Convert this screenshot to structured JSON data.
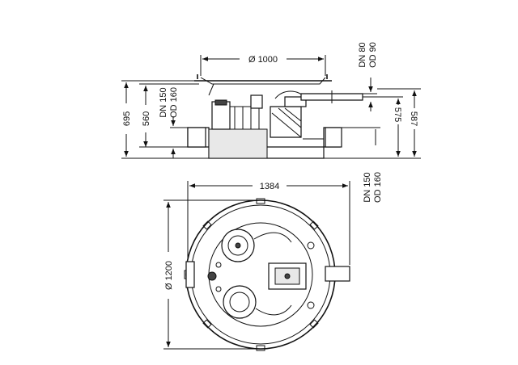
{
  "labels": {
    "top_width": "Ø 1000",
    "outer_height": "695",
    "inner_height_left": "560",
    "inlet_left_dn": "DN 150",
    "inlet_left_od": "OD 160",
    "outlet_dn": "DN 80",
    "outlet_od": "OD 90",
    "height_575": "575",
    "height_587": "587",
    "inlet_right_dn": "DN 150",
    "inlet_right_od": "OD 160",
    "plan_width": "1384",
    "plan_diameter": "Ø 1200"
  }
}
